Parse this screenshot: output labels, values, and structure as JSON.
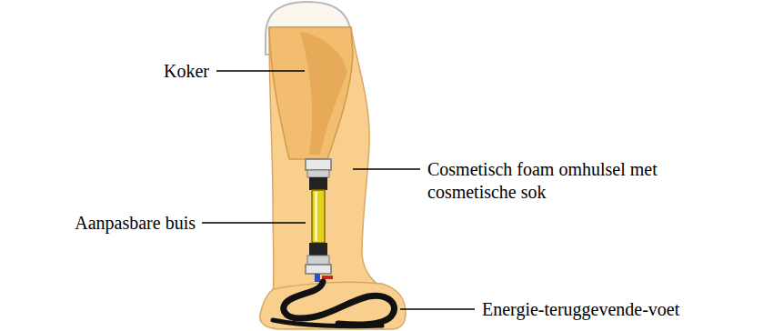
{
  "diagram": {
    "labels": [
      "Koker",
      "Cosmetisch foam omhulsel met cosmetische sok",
      "Aanpasbare buis",
      "Energie-teruggevende-voet"
    ]
  }
}
